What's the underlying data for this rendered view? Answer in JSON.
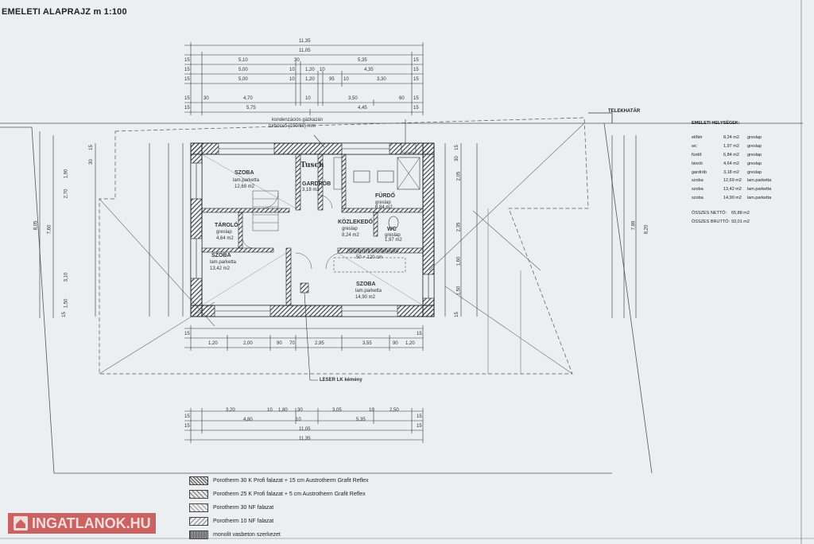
{
  "plan": {
    "title": "EMELETI ALAPRAJZ m 1:100",
    "property_line": "TELEKHATÁR",
    "boiler_label_1": "kondenzációs gázkazán",
    "boiler_label_2": "turbócső (100/60) mm",
    "chimney_label": "LESER LK kémény",
    "attic_hatch_1": "hőszigetelt padlásfeljáró",
    "attic_hatch_2": "50 × 120 cm",
    "stamp": "Tusch"
  },
  "rooms": [
    {
      "name": "SZOBA",
      "floor": "lam.parketta",
      "area": "12,69 m2"
    },
    {
      "name": "TÁROLÓ",
      "floor": "greslap",
      "area": "4,64 m2"
    },
    {
      "name": "SZOBA",
      "floor": "lam.parketta",
      "area": "13,42 m2"
    },
    {
      "name": "FÜRDŐ",
      "floor": "greslap",
      "area": "6,84 m2"
    },
    {
      "name": "KÖZLEKEDŐ",
      "floor": "greslap",
      "area": "8,24 m2"
    },
    {
      "name": "WC",
      "floor": "greslap",
      "area": "1,97 m2"
    },
    {
      "name": "SZOBA",
      "floor": "lam.parketta",
      "area": "14,90 m2"
    },
    {
      "name": "GARDRÓB",
      "floor": "",
      "area": "3,18 m2"
    }
  ],
  "schedule": {
    "title": "EMELETI HELYSÉGEK:",
    "rows": [
      {
        "name": "előtér",
        "area": "8,24 m2",
        "floor": "greslap"
      },
      {
        "name": "wc",
        "area": "1,97 m2",
        "floor": "greslap"
      },
      {
        "name": "fürdő",
        "area": "6,84 m2",
        "floor": "greslap"
      },
      {
        "name": "tároló",
        "area": "4,64 m2",
        "floor": "greslap"
      },
      {
        "name": "gardrób",
        "area": "3,18 m2",
        "floor": "greslap"
      },
      {
        "name": "szoba",
        "area": "12,69 m2",
        "floor": "lam.parketta"
      },
      {
        "name": "szoba",
        "area": "13,42 m2",
        "floor": "lam.parketta"
      },
      {
        "name": "szoba",
        "area": "14,90 m2",
        "floor": "lam.parketta"
      }
    ],
    "net_label": "ÖSSZES NETTÓ:",
    "net_value": "65,88 m2",
    "gross_label": "ÖSSZES BRUTTÓ:",
    "gross_value": "93,01 m2"
  },
  "dimensions": {
    "top_total": "11,35",
    "top_inner": "11,05",
    "top_row1": [
      "15",
      "5,10",
      "30",
      "5,35",
      "15"
    ],
    "top_row2": [
      "15",
      "5,00",
      "10",
      "1,20",
      "10",
      "4,35",
      "15"
    ],
    "top_row3": [
      "15",
      "5,00",
      "10",
      "1,20",
      "95",
      "10",
      "3,30",
      "15"
    ],
    "top_row4": [
      "15",
      "30",
      "4,70",
      "10",
      "3,50",
      "60",
      "15"
    ],
    "top_row5": [
      "15",
      "5,75",
      "4,45",
      "15"
    ],
    "bottom_row1": [
      "15",
      "1,20",
      "2,00",
      "90",
      "70",
      "2,95",
      "3,55",
      "90",
      "1,20",
      "15"
    ],
    "bottom_row2": [
      "15",
      "3,20",
      "10",
      "1,80",
      "30",
      "3,05",
      "10",
      "2,50",
      "15"
    ],
    "bottom_row3": [
      "15",
      "4,80",
      "10",
      "5,35",
      "15"
    ],
    "bottom_inner": "11,05",
    "bottom_total": "11,35",
    "left_side": [
      "15",
      "30",
      "1,90",
      "2,70",
      "3,10",
      "1,50",
      "15"
    ],
    "left_total": "8,05",
    "left_inner": "7,60",
    "right_side": [
      "15",
      "30",
      "2,05",
      "2,35",
      "1,60",
      "1,50",
      "15"
    ],
    "right_total": "8,20",
    "right_inner": "7,89"
  },
  "legend": [
    {
      "label": "Porotherm 30 K Profi falazat + 15 cm Austrotherm Grafit Reflex"
    },
    {
      "label": "Porotherm 25 K Profi falazat + 5 cm Austrotherm Grafit Reflex"
    },
    {
      "label": "Porotherm 30 NF falazat"
    },
    {
      "label": "Porotherm 10 NF falazat"
    },
    {
      "label": "monolit vasbeton szerkezet"
    }
  ],
  "watermark": "INGATLANOK.HU"
}
